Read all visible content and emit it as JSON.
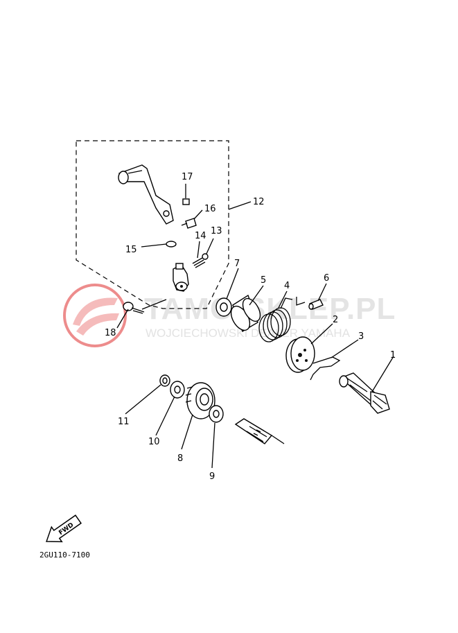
{
  "watermark": {
    "title": "TAMO-SKLEP.PL",
    "subtitle": "WOJCIECHOWSKI DEALER YAMAHA",
    "color": "#e03030"
  },
  "fwd_label": "FWD",
  "diagram_code": "2GU110-7100",
  "parts": {
    "p1": "1",
    "p2": "2",
    "p3": "3",
    "p4": "4",
    "p5": "5",
    "p6": "6",
    "p7": "7",
    "p8": "8",
    "p9": "9",
    "p10": "10",
    "p11": "11",
    "p12": "12",
    "p13": "13",
    "p14": "14",
    "p15": "15",
    "p16": "16",
    "p17": "17",
    "p18": "18"
  }
}
